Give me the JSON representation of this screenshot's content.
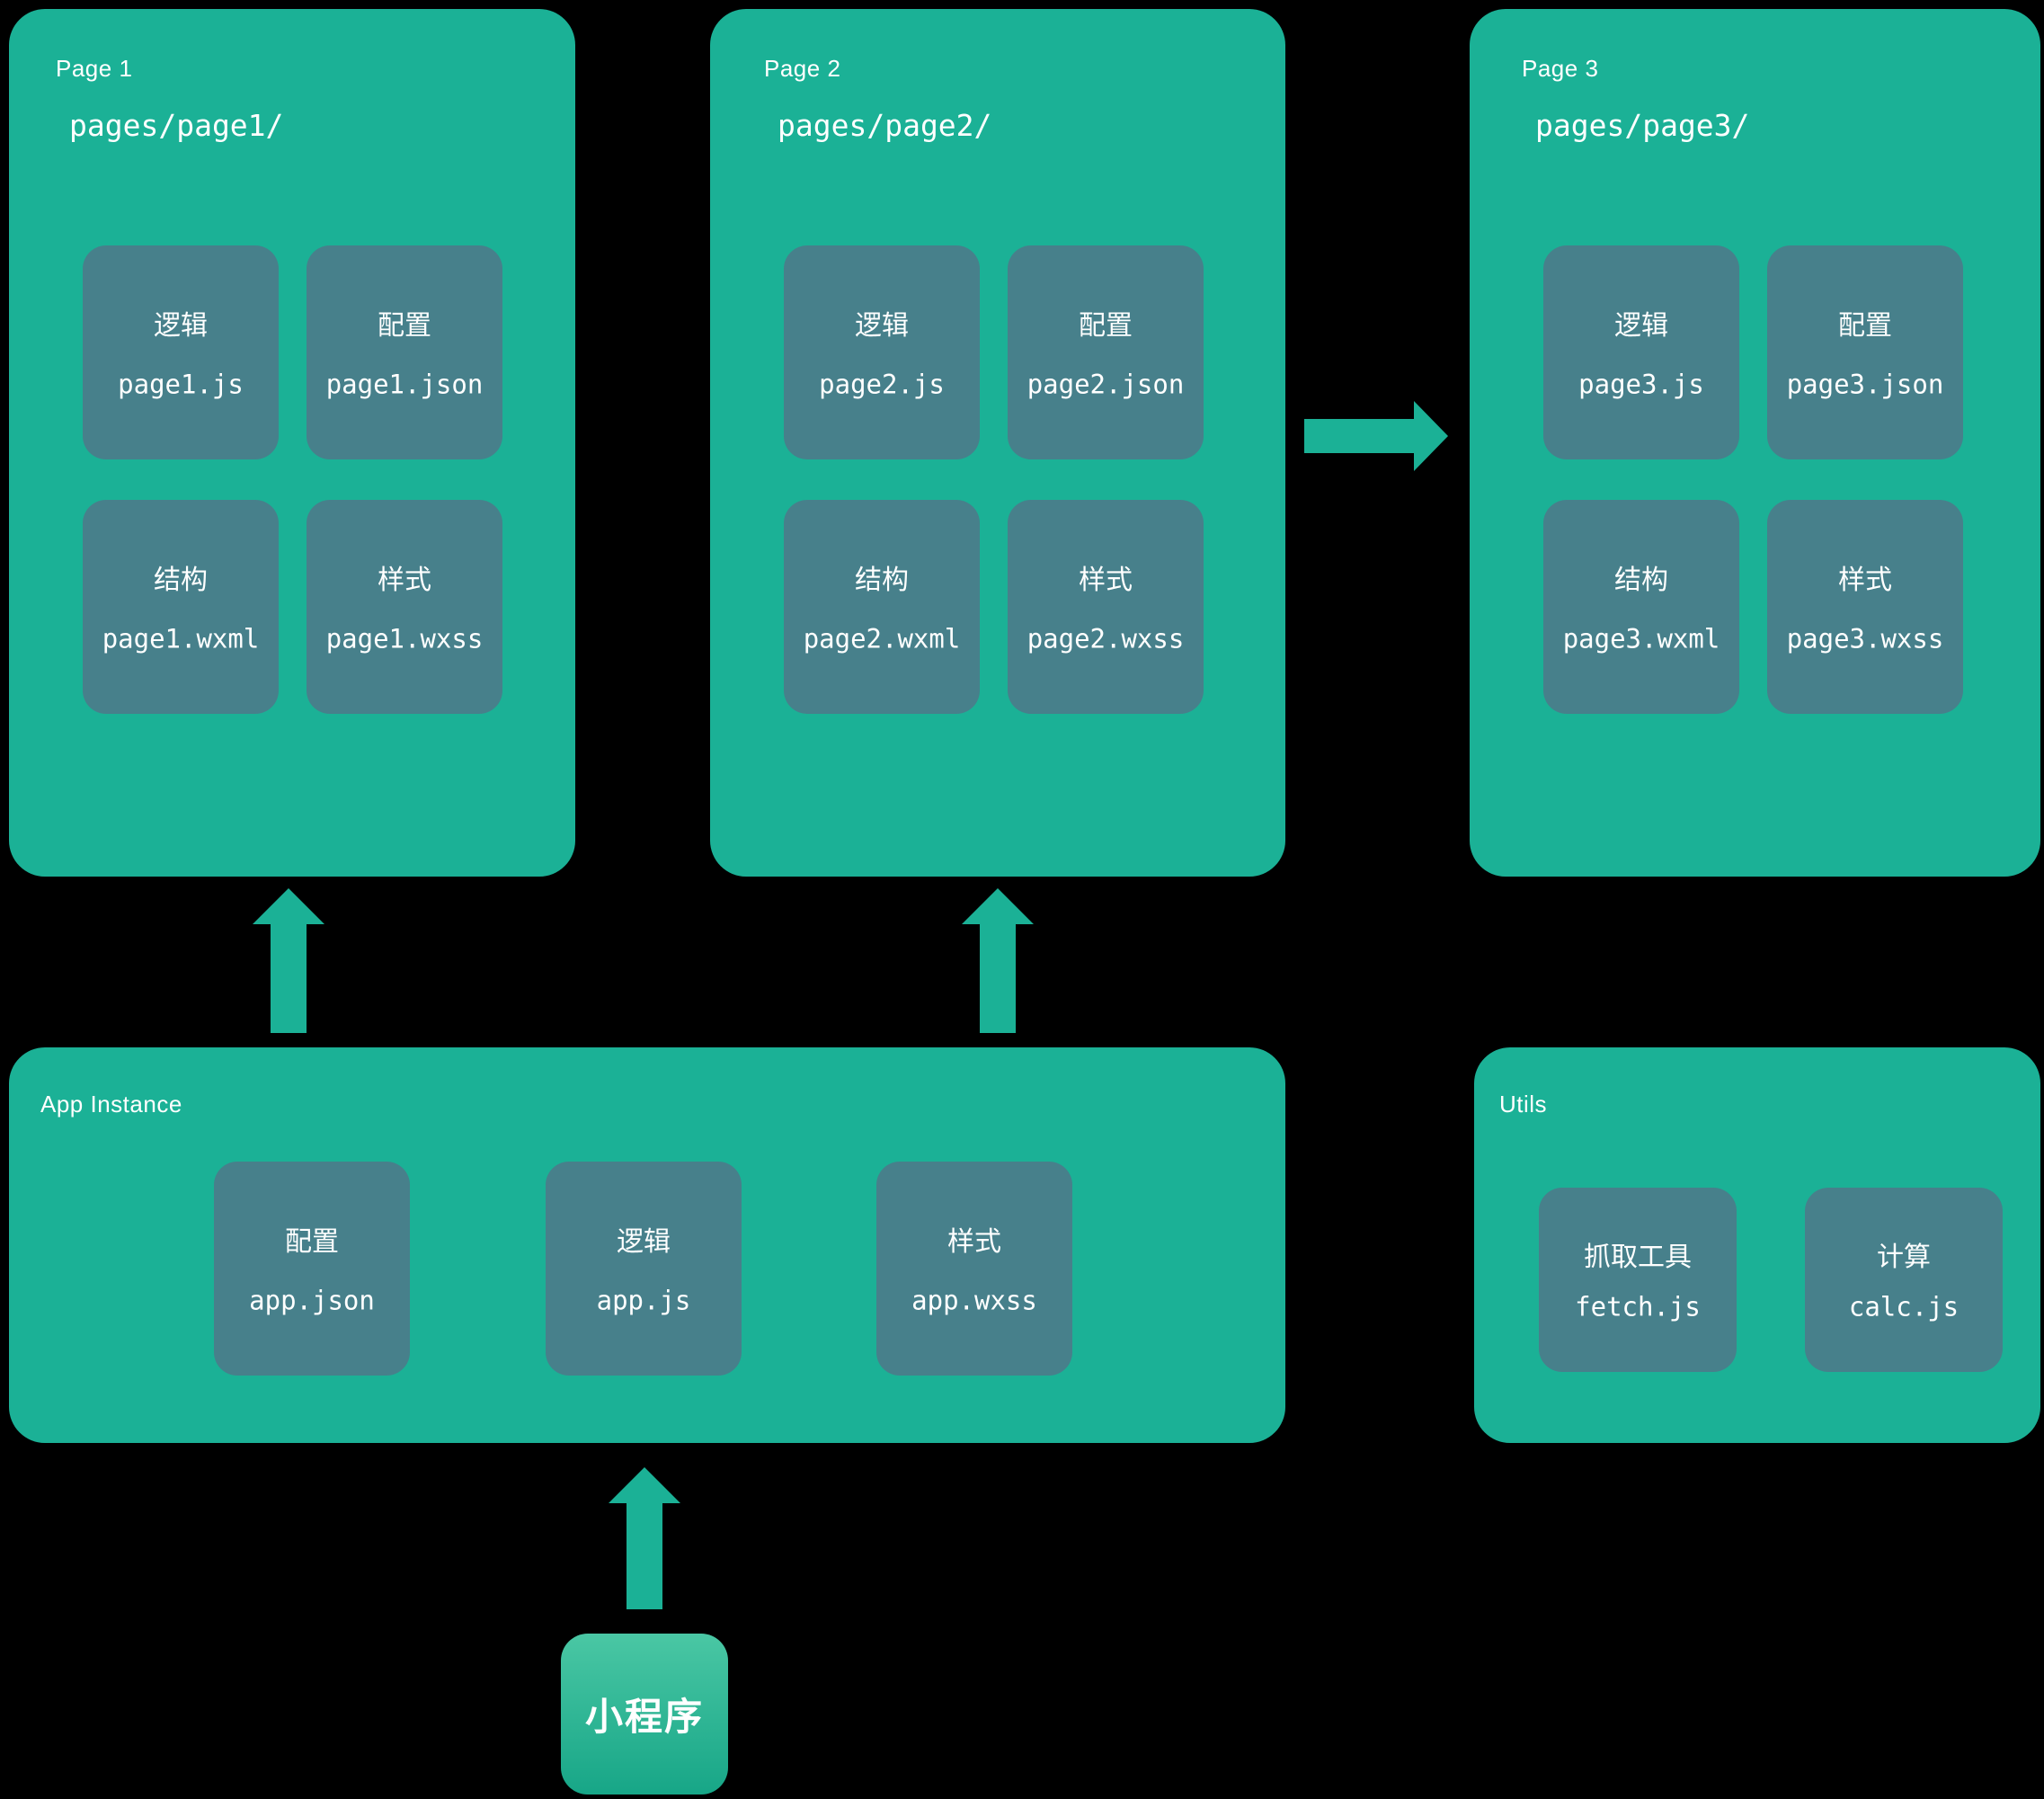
{
  "colors": {
    "background": "#000000",
    "panel": "#1BB196",
    "file_box": "#47808B",
    "arrow": "#1BB196",
    "mini_top": "#4AC7A4",
    "mini_bottom": "#17A687",
    "text": "#FFFFFF"
  },
  "pages": [
    {
      "title": "Page 1",
      "path": "pages/page1/",
      "files": [
        {
          "label": "逻辑",
          "file": "page1.js"
        },
        {
          "label": "配置",
          "file": "page1.json"
        },
        {
          "label": "结构",
          "file": "page1.wxml"
        },
        {
          "label": "样式",
          "file": "page1.wxss"
        }
      ]
    },
    {
      "title": "Page 2",
      "path": "pages/page2/",
      "files": [
        {
          "label": "逻辑",
          "file": "page2.js"
        },
        {
          "label": "配置",
          "file": "page2.json"
        },
        {
          "label": "结构",
          "file": "page2.wxml"
        },
        {
          "label": "样式",
          "file": "page2.wxss"
        }
      ]
    },
    {
      "title": "Page 3",
      "path": "pages/page3/",
      "files": [
        {
          "label": "逻辑",
          "file": "page3.js"
        },
        {
          "label": "配置",
          "file": "page3.json"
        },
        {
          "label": "结构",
          "file": "page3.wxml"
        },
        {
          "label": "样式",
          "file": "page3.wxss"
        }
      ]
    }
  ],
  "app_instance": {
    "title": "App Instance",
    "files": [
      {
        "label": "配置",
        "file": "app.json"
      },
      {
        "label": "逻辑",
        "file": "app.js"
      },
      {
        "label": "样式",
        "file": "app.wxss"
      }
    ]
  },
  "utils": {
    "title": "Utils",
    "files": [
      {
        "label": "抓取工具",
        "file": "fetch.js"
      },
      {
        "label": "计算",
        "file": "calc.js"
      }
    ]
  },
  "mini_program": {
    "label": "小程序"
  },
  "arrows": [
    {
      "from": "app-instance",
      "to": "page1",
      "direction": "up"
    },
    {
      "from": "app-instance",
      "to": "page2",
      "direction": "up"
    },
    {
      "from": "page2",
      "to": "page3",
      "direction": "right"
    },
    {
      "from": "mini-program",
      "to": "app-instance",
      "direction": "up"
    }
  ]
}
